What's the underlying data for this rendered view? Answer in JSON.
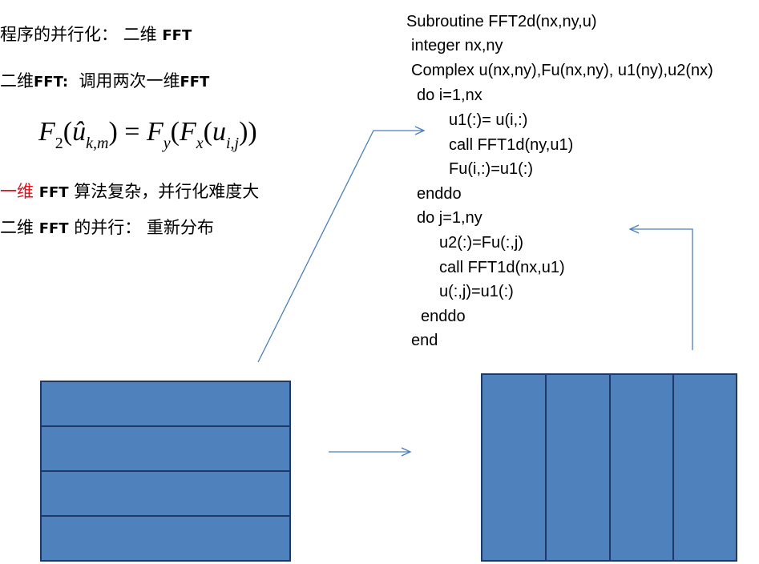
{
  "left_text": {
    "line1_cn": "程序的并行化：  二维",
    "line1_b": "FFT",
    "line2_cn_a": "二维",
    "line2_b": "FFT:",
    "line2_cn_b": "调用两次一维",
    "line2_b2": "FFT",
    "line3_red": "一维",
    "line3_b": "FFT",
    "line3_cn": "算法复杂，并行化难度大",
    "line4_cn_a": "二维",
    "line4_b": "FFT",
    "line4_cn_b": "的并行：  重新分布"
  },
  "formula": {
    "F": "F",
    "sub2": "2",
    "uhat": "û",
    "sub_km": "k,m",
    "eq": ") = ",
    "Fy": "F",
    "sub_y": "y",
    "Fx": "F",
    "sub_x": "x",
    "u": "u",
    "sub_ij": "i,j",
    "close": "))"
  },
  "code": [
    "Subroutine FFT2d(nx,ny,u)",
    "integer  nx,ny",
    "Complex u(nx,ny),Fu(nx,ny), u1(ny),u2(nx)",
    "do i=1,nx",
    "u1(:)= u(i,:)",
    "call FFT1d(ny,u1)",
    "Fu(i,:)=u1(:)",
    "enddo",
    "do j=1,ny",
    "u2(:)=Fu(:,j)",
    "call FFT1d(nx,u1)",
    "u(:,j)=u1(:)",
    "enddo",
    "end"
  ],
  "colors": {
    "block_fill": "#4f81bd",
    "block_stroke": "#1f3864",
    "arrow": "#4a7ebb",
    "red_text": "#e0101a"
  }
}
